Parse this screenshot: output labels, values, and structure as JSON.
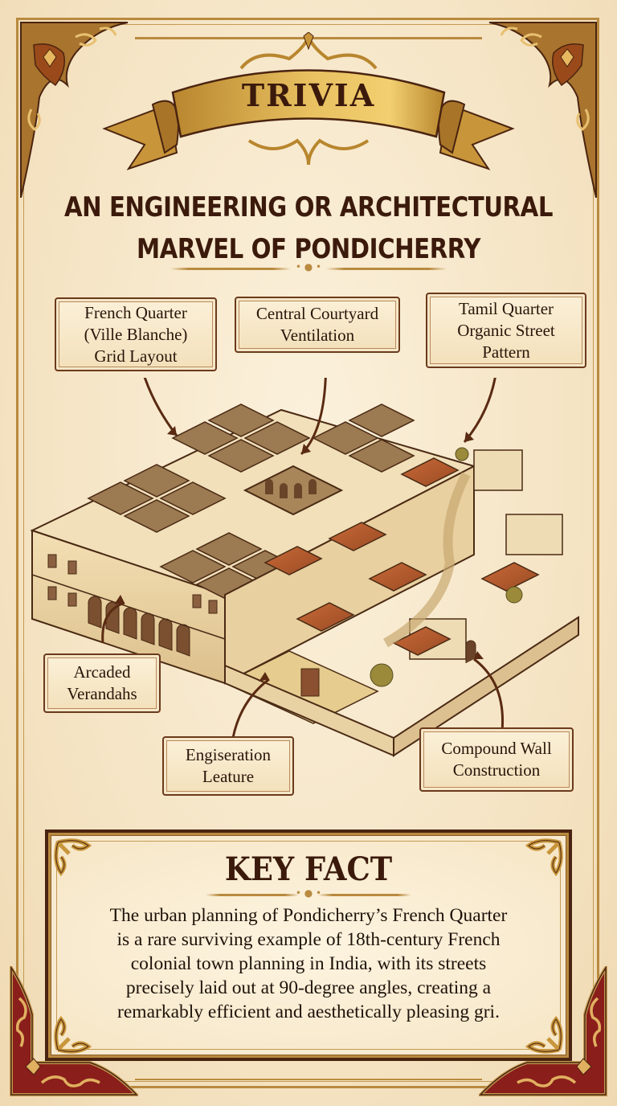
{
  "banner": {
    "label": "TRIVIA"
  },
  "title": {
    "line1": "AN ENGINEERING OR ARCHITECTURAL",
    "line2": "MARVEL OF PONDICHERRY"
  },
  "illustration": {
    "subject": "Isometric view of Pondicherry town: French Quarter grid with courtyards beside Tamil Quarter organic streets, enclosed by compound wall",
    "callouts": [
      {
        "id": "french-quarter",
        "lines": [
          "French Quarter",
          "(Ville Blanche)",
          "Grid Layout"
        ]
      },
      {
        "id": "central-courtyard",
        "lines": [
          "Central Courtyard",
          "Ventilation"
        ]
      },
      {
        "id": "tamil-quarter",
        "lines": [
          "Tamil Quarter",
          "Organic Street",
          "Pattern"
        ]
      },
      {
        "id": "arcaded-verandahs",
        "lines": [
          "Arcaded",
          "Verandahs"
        ]
      },
      {
        "id": "engineering-feature",
        "lines": [
          "Engiseration",
          "Leature"
        ]
      },
      {
        "id": "compound-wall",
        "lines": [
          "Compound Wall",
          "Construction"
        ]
      }
    ]
  },
  "key_fact": {
    "title": "KEY FACT",
    "lines": [
      "The urban planning of Pondicherry’s French Quarter",
      "is a rare surviving example of 18th-century French",
      "colonial town planning in India, with its streets",
      "precisely laid out at 90-degree angles, creating a",
      "remarkably efficient and aesthetically pleasing gri."
    ]
  },
  "colors": {
    "parchment": "#f6e8cc",
    "gold": "#b98a3f",
    "dark_brown": "#3b1a0c",
    "crimson": "#8a1e1a",
    "terracotta": "#b8562a"
  }
}
